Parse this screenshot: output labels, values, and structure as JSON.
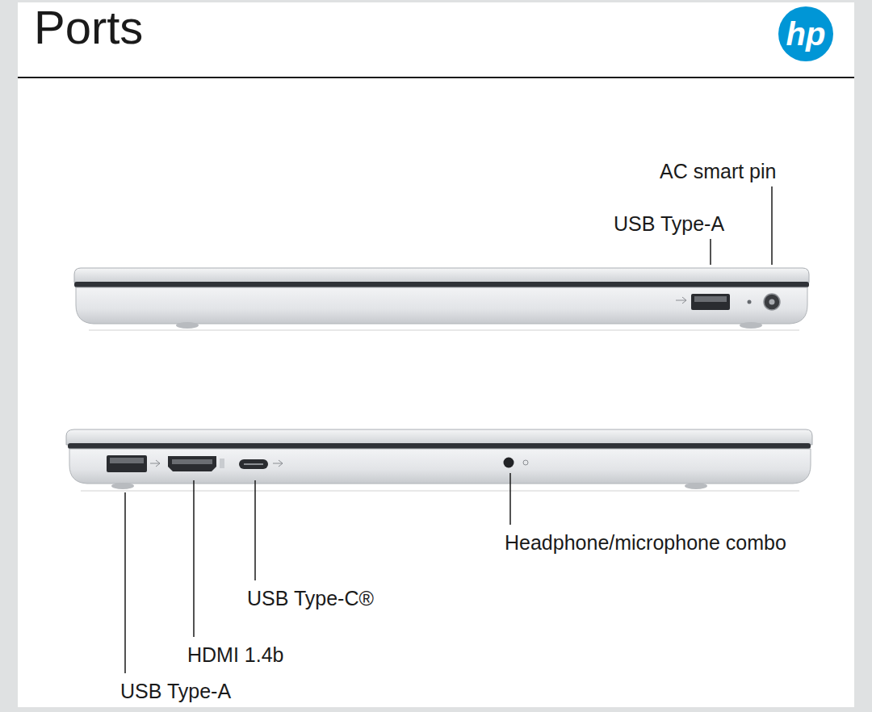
{
  "diagram": {
    "title": "Ports",
    "labels": [
      "hp",
      "AC smart pin",
      "USB Type-A",
      "Headphone/microphone combo",
      "USB Type-C®",
      "HDMI 1.4b",
      "USB Type-A"
    ]
  }
}
